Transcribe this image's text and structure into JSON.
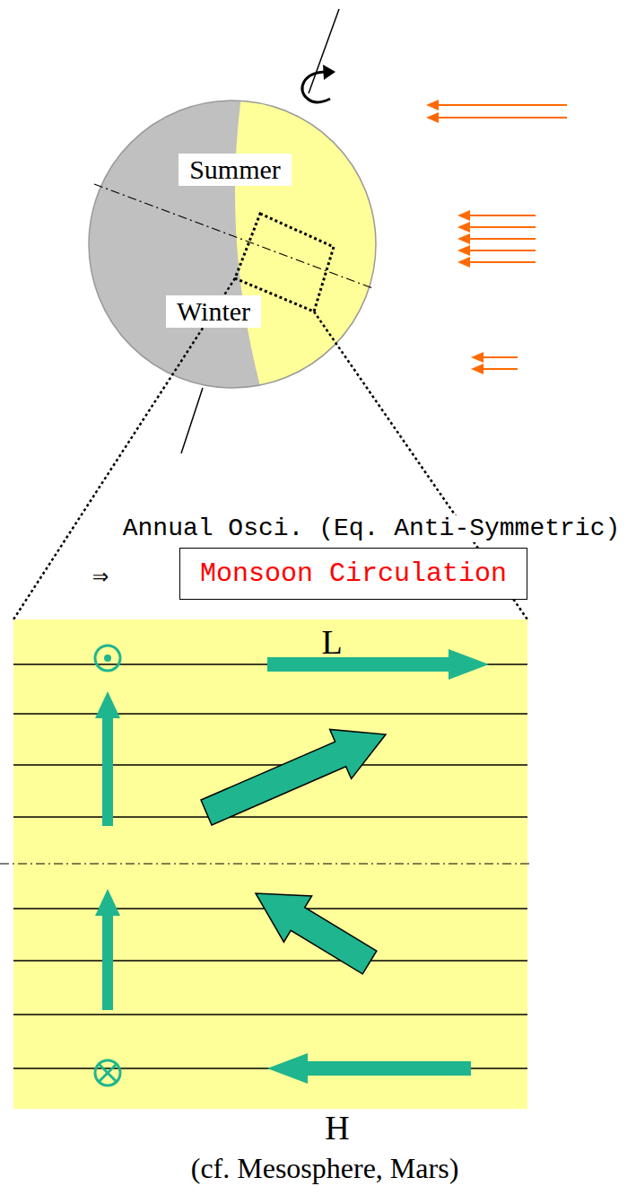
{
  "diagram": {
    "caption": "(cf. Mesosphere, Mars)",
    "nodes": [
      {
        "text": [
          "Summer"
        ]
      },
      {
        "text": [
          "Winter"
        ]
      },
      {
        "text": [
          "Monsoon Circulation"
        ]
      }
    ],
    "labels": [
      "Annual Osci. (Eq. Anti-Symmetric)",
      "⇒",
      "L",
      "H"
    ]
  }
}
